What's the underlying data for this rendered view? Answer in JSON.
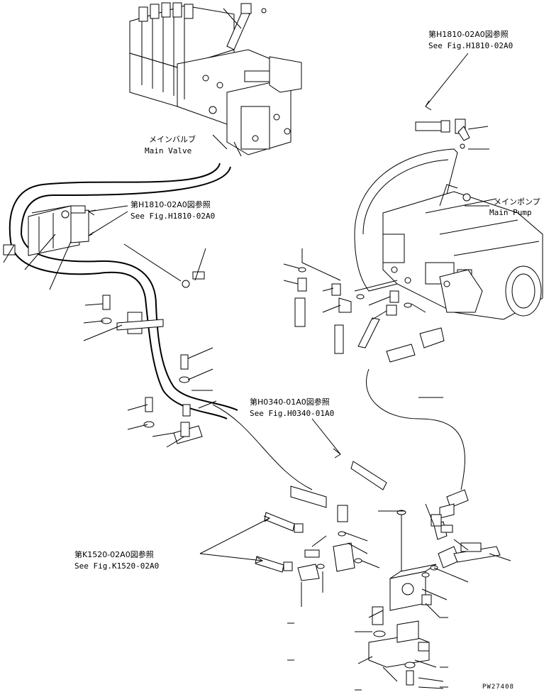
{
  "labels": {
    "main_valve_jp": "メインバルブ",
    "main_valve_en": "Main Valve",
    "main_pump_jp": "メインポンプ",
    "main_pump_en": "Main Pump",
    "ref_h1810_top_jp": "第H1810-02A0図参照",
    "ref_h1810_top_en": "See Fig.H1810-02A0",
    "ref_h1810_mid_jp": "第H1810-02A0図参照",
    "ref_h1810_mid_en": "See Fig.H1810-02A0",
    "ref_h0340_jp": "第H0340-01A0図参照",
    "ref_h0340_en": "See Fig.H0340-01A0",
    "ref_k1520_jp": "第K1520-02A0図参照",
    "ref_k1520_en": "See Fig.K1520-02A0",
    "drawing_code": "PW27408"
  }
}
